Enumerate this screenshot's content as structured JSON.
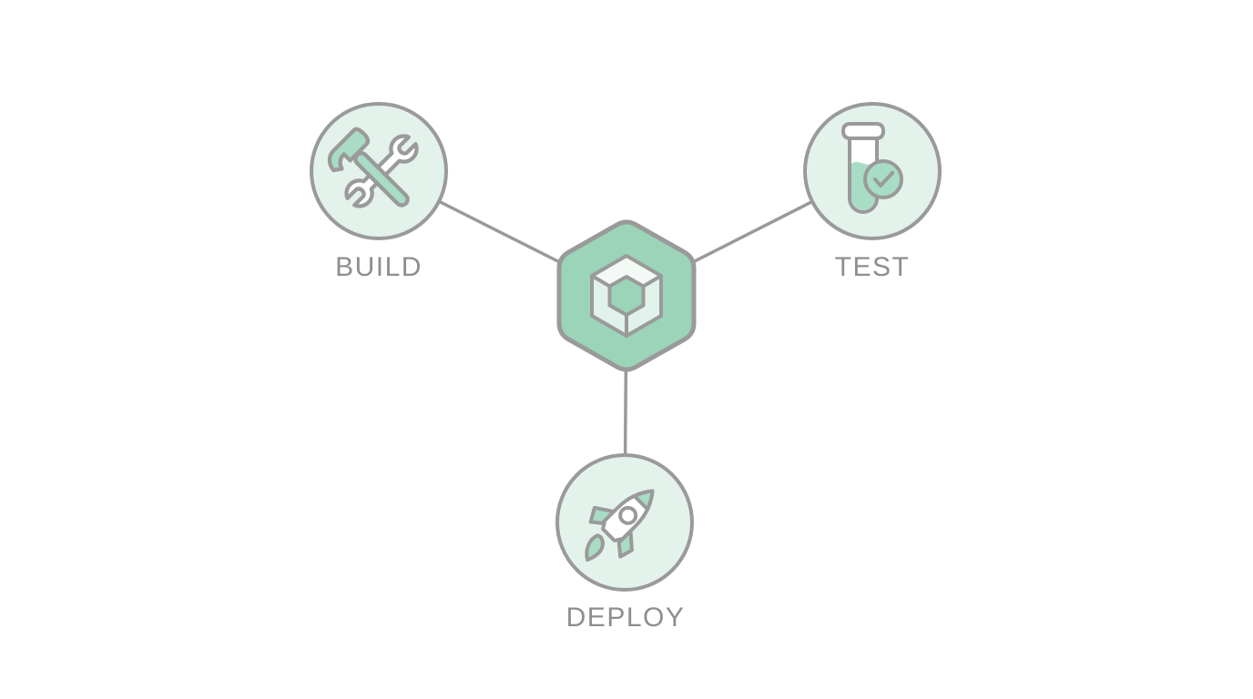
{
  "diagram": {
    "center": {
      "icon": "cube-package-icon"
    },
    "nodes": [
      {
        "id": "build",
        "label": "BUILD",
        "icon": "hammer-wrench-icon"
      },
      {
        "id": "test",
        "label": "TEST",
        "icon": "test-tube-check-icon"
      },
      {
        "id": "deploy",
        "label": "DEPLOY",
        "icon": "rocket-icon"
      }
    ]
  },
  "colors": {
    "background": "#ffffff",
    "outline": "#9a9a9a",
    "node_fill": "#e3f2eb",
    "accent_green": "#9bd4b8",
    "icon_green": "#a8dcc5",
    "face_light": "#f3faf6",
    "face_mid": "#e1f2ea",
    "label_text": "#8e8e8e"
  }
}
